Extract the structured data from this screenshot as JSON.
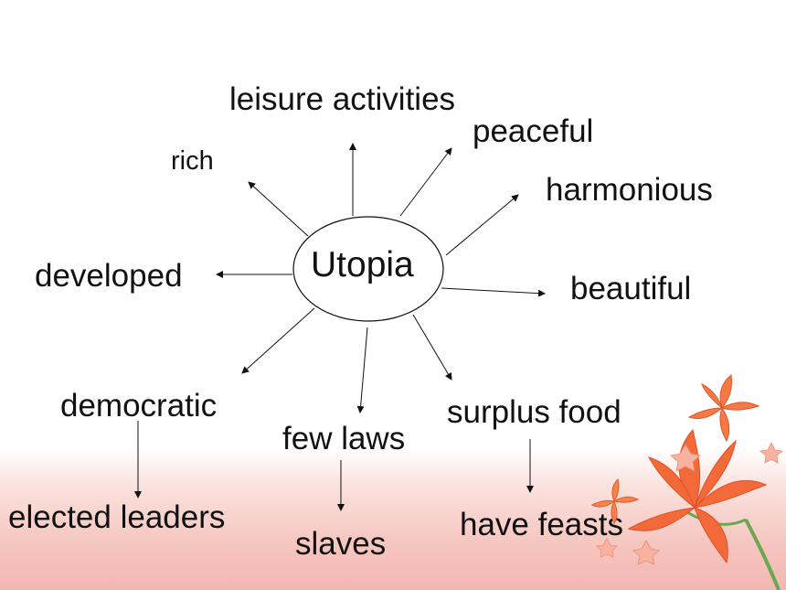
{
  "diagram": {
    "center": "Utopia",
    "spokes": {
      "leisure": "leisure activities",
      "peaceful": "peaceful",
      "rich": "rich",
      "harmonious": "harmonious",
      "developed": "developed",
      "beautiful": "beautiful",
      "democratic": "democratic",
      "few_laws": "few laws",
      "surplus_food": "surplus food"
    },
    "sub_nodes": {
      "elected_leaders": "elected leaders",
      "slaves": "slaves",
      "have_feasts": "have feasts"
    }
  },
  "colors": {
    "text": "#111111",
    "line": "#111111",
    "flower": "#f26a3a",
    "background_fade": "#f3b7b1"
  }
}
